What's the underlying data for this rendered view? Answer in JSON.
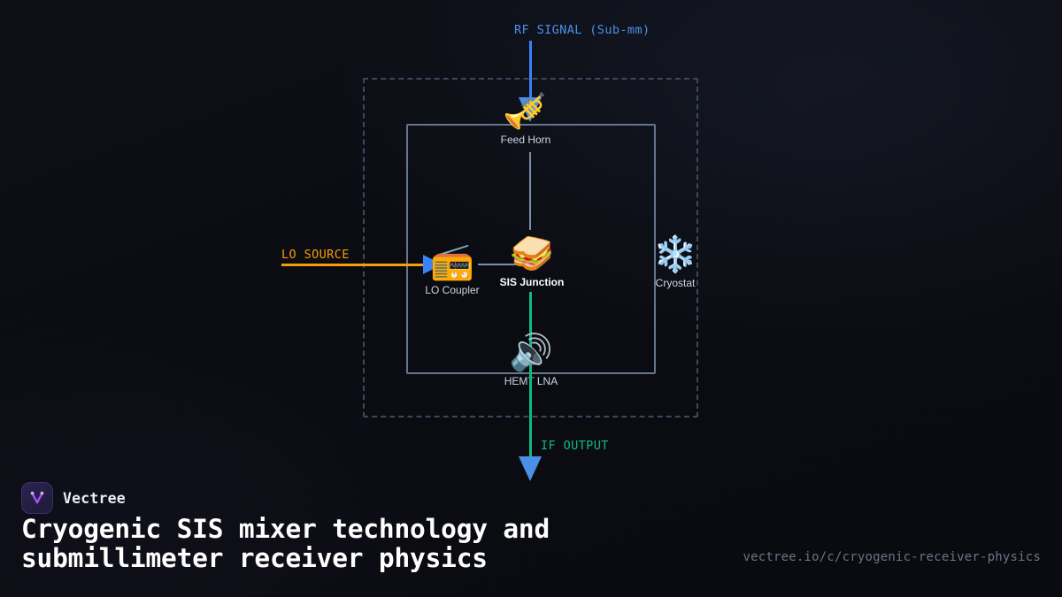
{
  "diagram": {
    "flows": {
      "rf": {
        "label": "RF SIGNAL (Sub-mm)",
        "color": "#4a90e8"
      },
      "lo": {
        "label": "LO SOURCE",
        "color": "#f59e0b"
      },
      "if": {
        "label": "IF OUTPUT",
        "color": "#10b981"
      }
    },
    "nodes": [
      {
        "id": "feed-horn",
        "label": "Feed Horn",
        "icon": "🎺",
        "icon_name": "trumpet-icon",
        "emphasis": false
      },
      {
        "id": "lo-coupler",
        "label": "LO Coupler",
        "icon": "📻",
        "icon_name": "radio-icon",
        "emphasis": false
      },
      {
        "id": "sis-junction",
        "label": "SIS Junction",
        "icon": "🥪",
        "icon_name": "sandwich-icon",
        "emphasis": true
      },
      {
        "id": "cryostat",
        "label": "Cryostat",
        "icon": "❄️",
        "icon_name": "snowflake-icon",
        "emphasis": false
      },
      {
        "id": "hemt-lna",
        "label": "HEMT LNA",
        "icon": "🔊",
        "icon_name": "loudspeaker-icon",
        "emphasis": false
      }
    ],
    "boundaries": {
      "outer_style": "dashed",
      "outer_color": "#3c4760",
      "inner_style": "solid",
      "inner_color": "#66748d"
    }
  },
  "footer": {
    "brand_name": "Vectree",
    "logo_name": "vectree-logo",
    "headline": "Cryogenic SIS mixer technology and submillimeter receiver physics",
    "url": "vectree.io/c/cryogenic-receiver-physics",
    "accent": "#a855f7"
  }
}
